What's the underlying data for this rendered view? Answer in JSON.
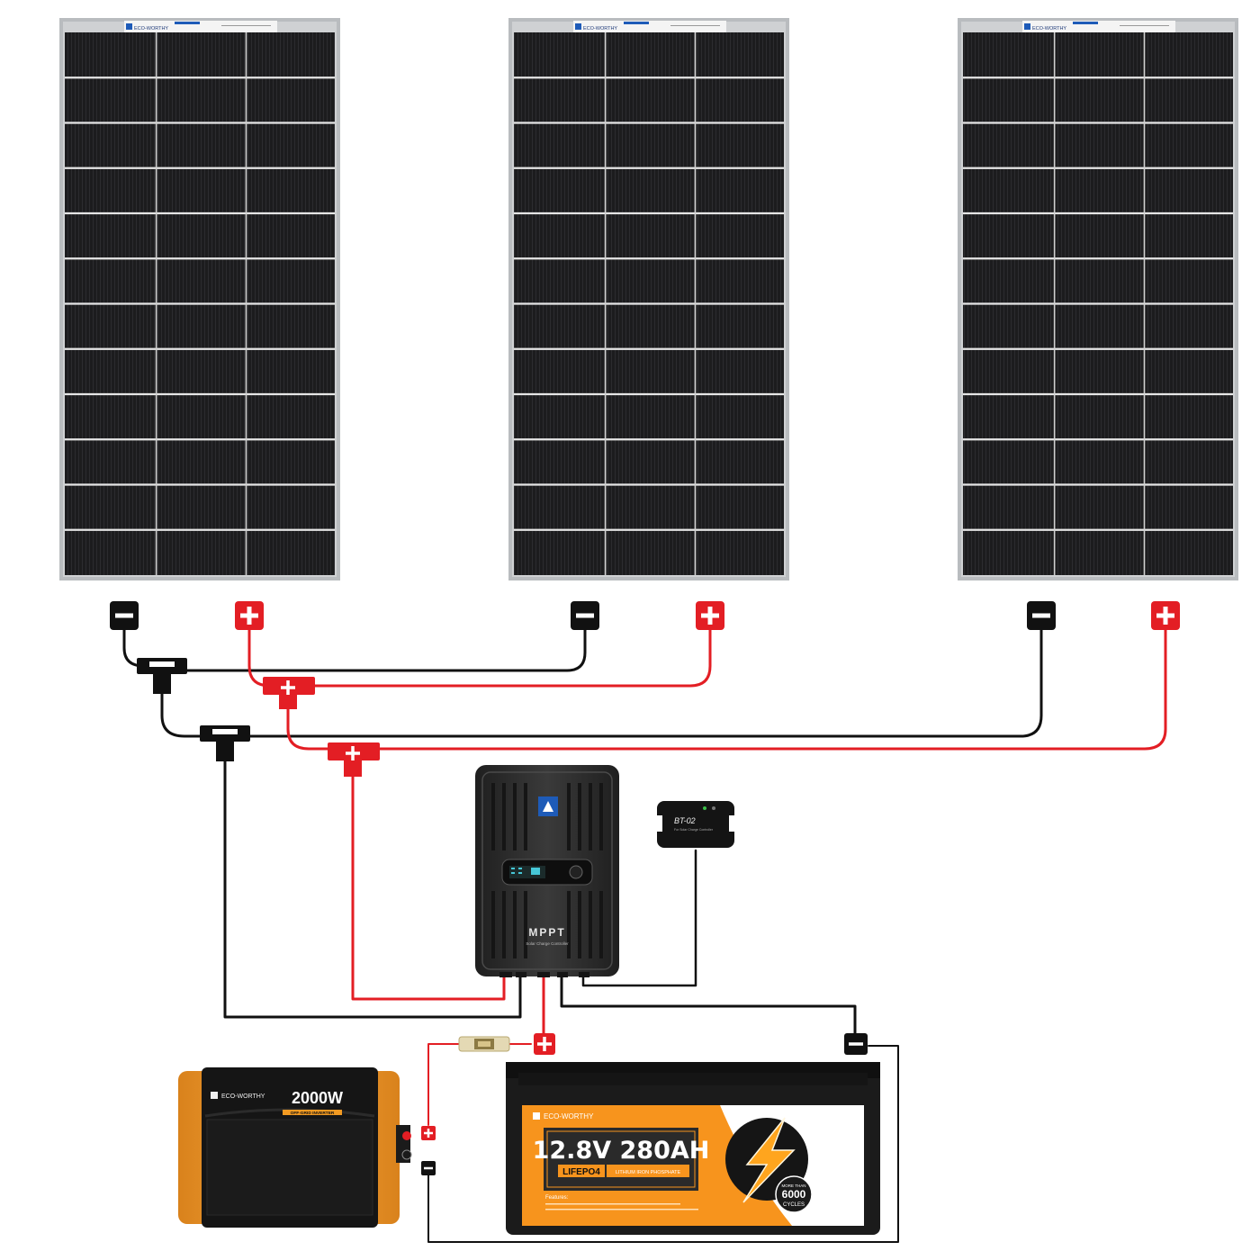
{
  "brand": "ECO-WORTHY",
  "panel_count": 3,
  "polarity": {
    "negative": "−",
    "positive": "+"
  },
  "controller": {
    "label": "MPPT",
    "sublabel": "Solar Charge Controller"
  },
  "bluetooth": {
    "model": "BT-02",
    "sublabel": "For Solar Charge Controller"
  },
  "inverter": {
    "power": "2000W",
    "model": "OFF-GRID INVERTER"
  },
  "battery": {
    "spec": "12.8V 280AH",
    "chem": "LIFEPO4",
    "chem_desc": "LITHIUM IRON PHOSPHATE",
    "features": "Features:",
    "cycles_top": "MORE THAN",
    "cycles_num": "6000",
    "cycles_bot": "CYCLES"
  },
  "colors": {
    "wire_red": "#e31e24",
    "wire_black": "#111111",
    "panel_cell": "#1c1c1e",
    "panel_frame": "#b9bcbf",
    "inverter_orange": "#f29a22",
    "battery_orange": "#f7941d",
    "battery_body": "#1b1b1b",
    "controller_body": "#2a2a2a",
    "fuse": "#d9cba0"
  },
  "icons": [
    "solar-panel-icon",
    "mc4-connector-icon",
    "branch-connector-icon",
    "lightning-bolt-icon",
    "fuse-icon",
    "bluetooth-module-icon"
  ]
}
